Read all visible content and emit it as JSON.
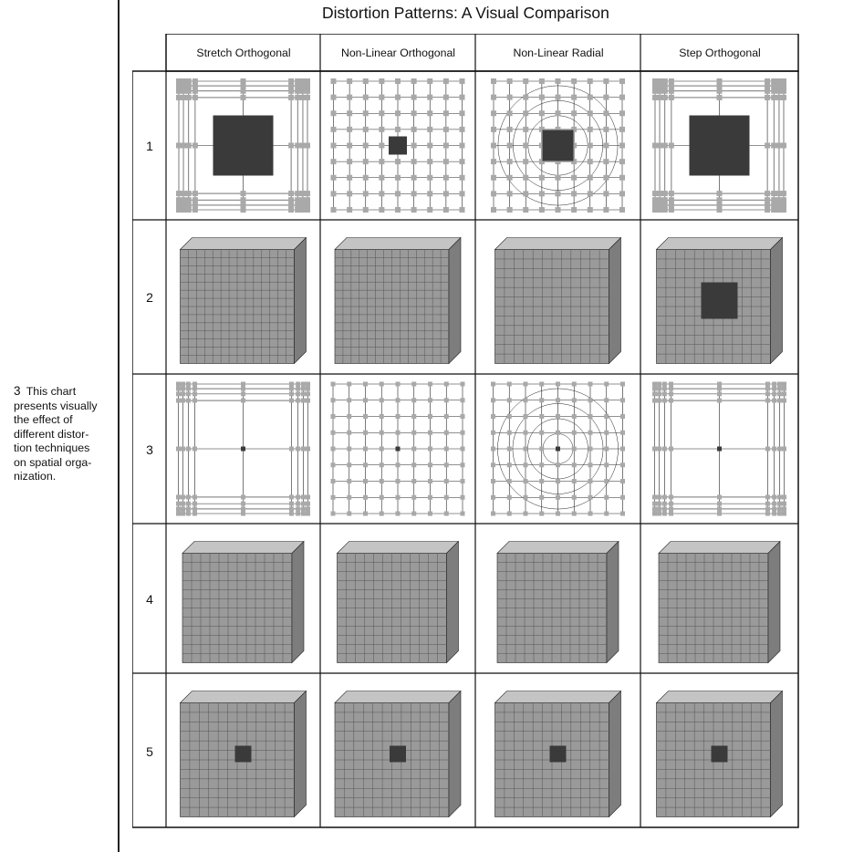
{
  "figure": {
    "title": "Distortion Patterns: A Visual Comparison",
    "caption_number": "3",
    "caption_lines": [
      "This chart",
      "presents visually",
      "the effect of",
      "different distor-",
      "tion techniques",
      "on spatial orga-",
      "nization."
    ]
  },
  "columns": [
    "Stretch Orthogonal",
    "Non-Linear Orthogonal",
    "Non-Linear Radial",
    "Step Orthogonal"
  ],
  "rows": [
    "1",
    "2",
    "3",
    "4",
    "5"
  ],
  "colors": {
    "node": "#a9a9a9",
    "focus": "#3a3a3a",
    "line": "#222222",
    "cube_face": "#9a9a9a"
  }
}
